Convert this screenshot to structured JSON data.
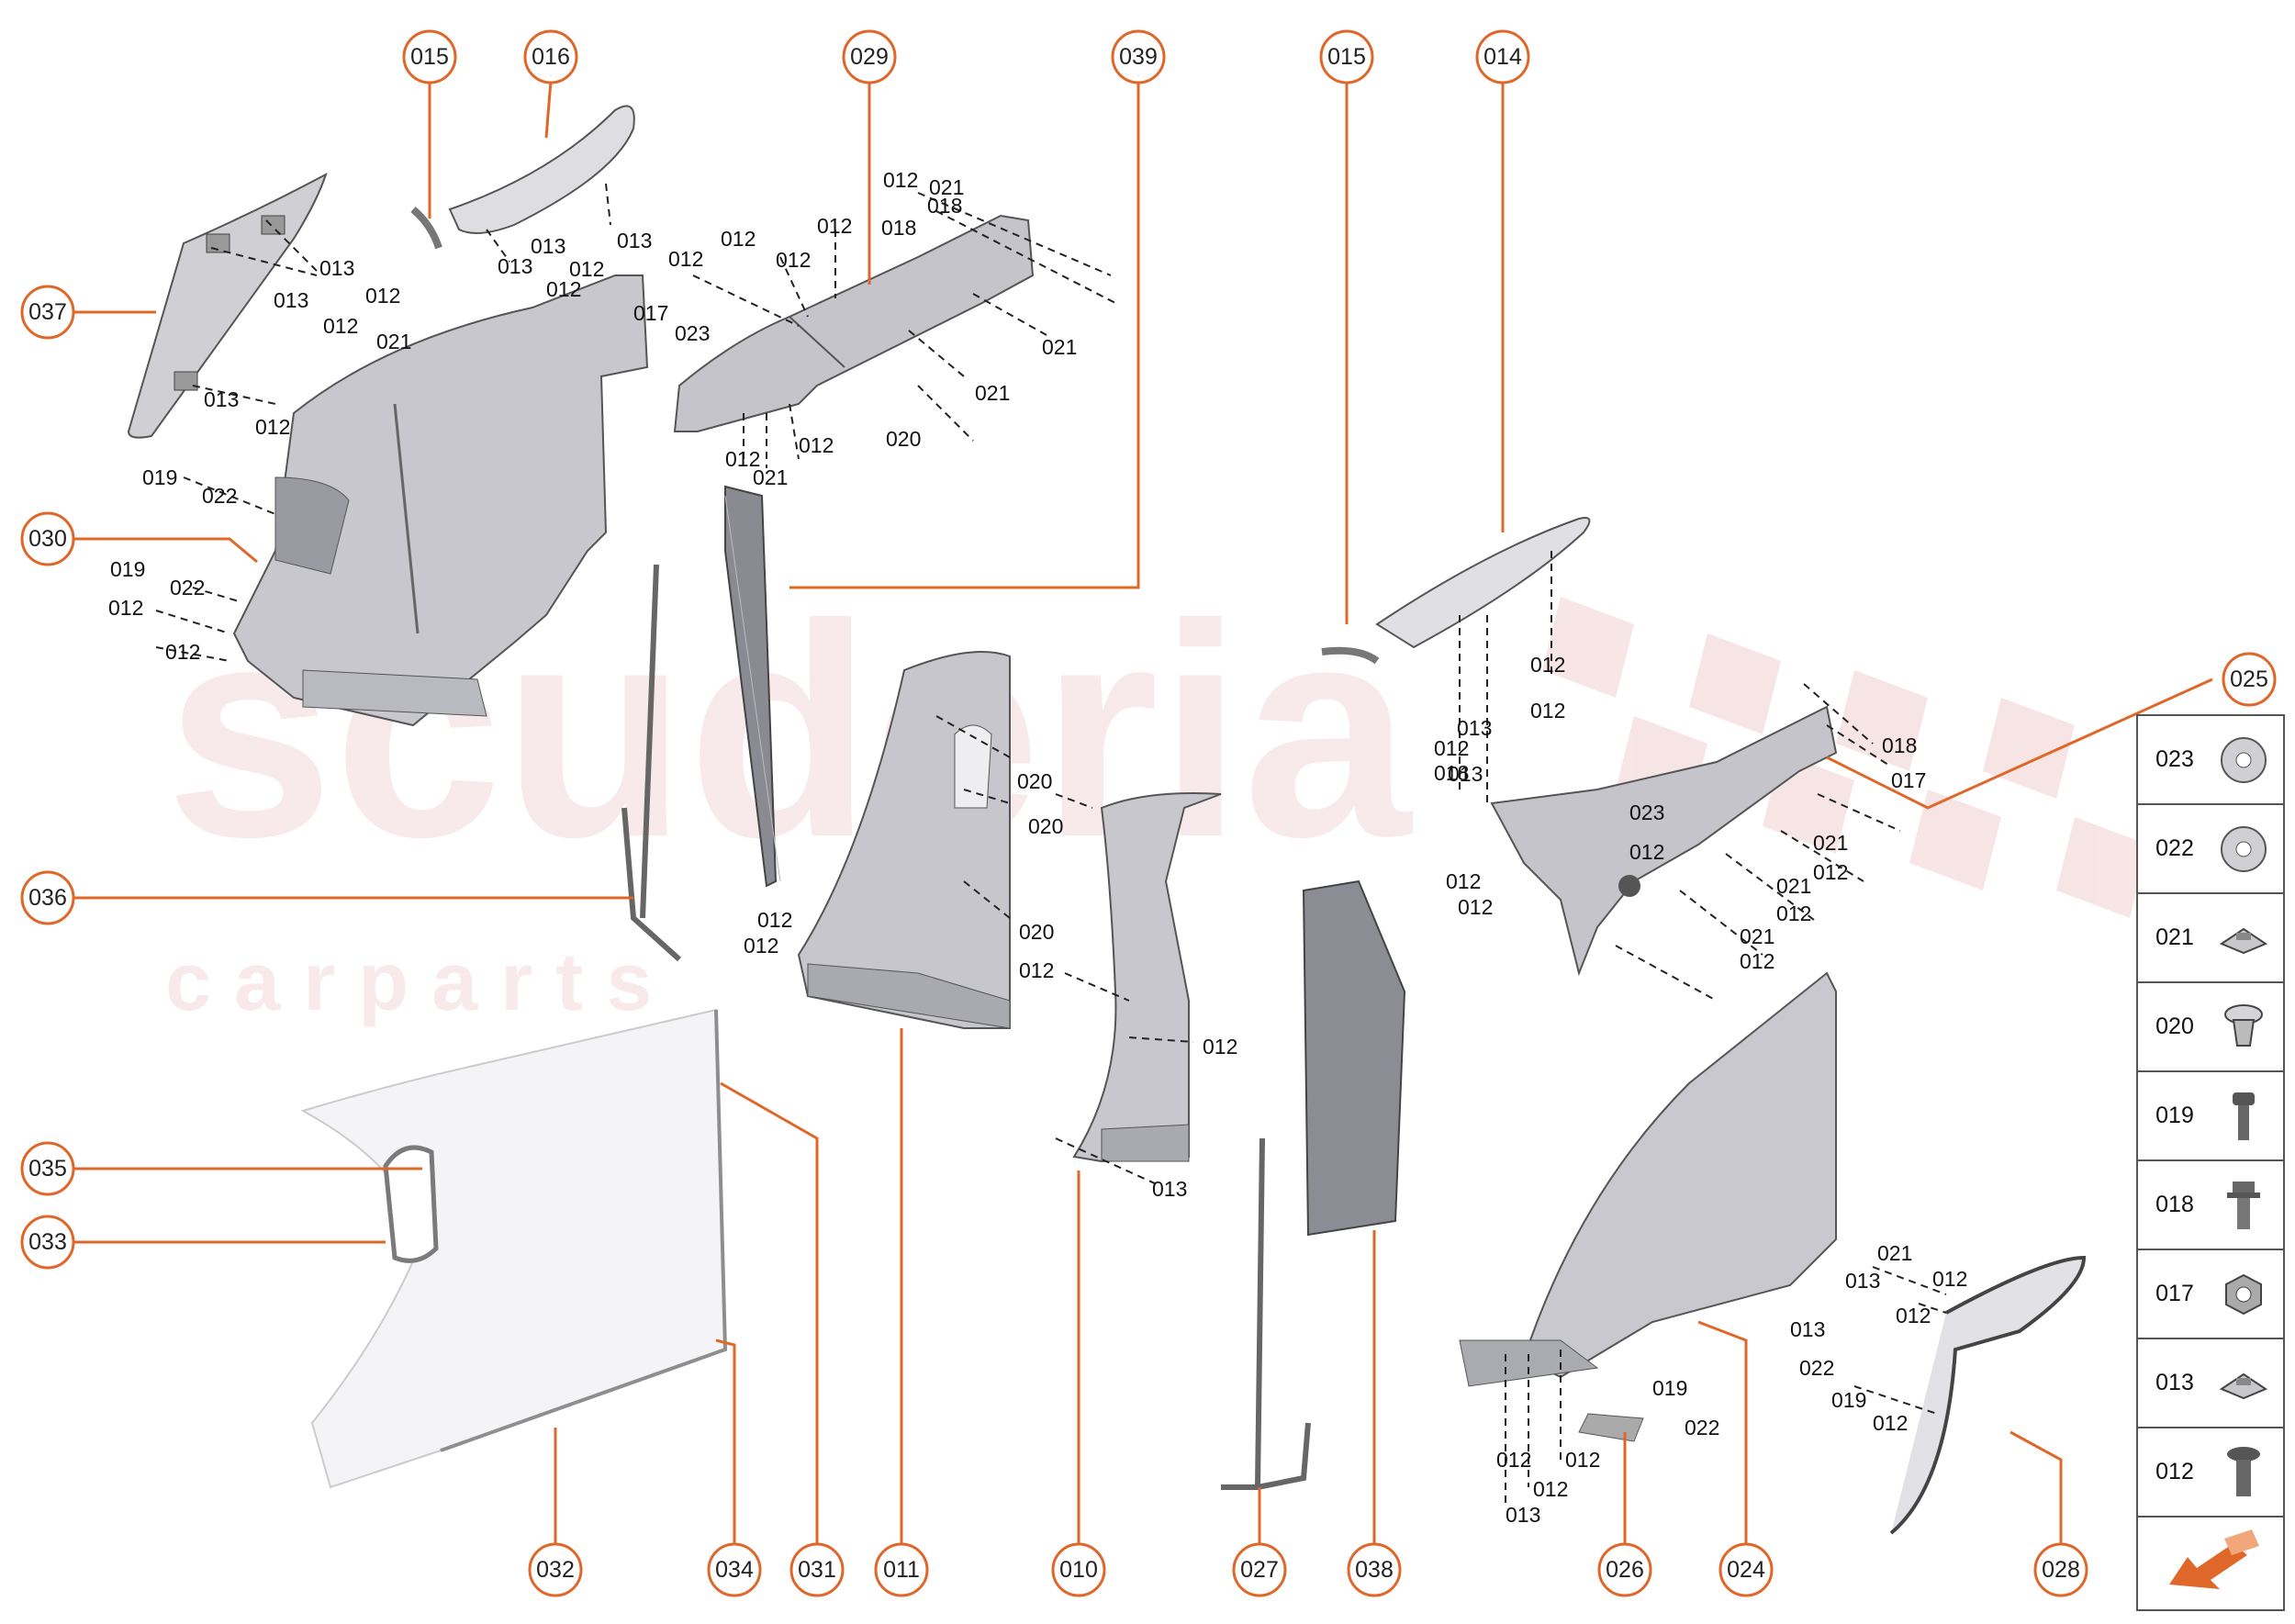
{
  "watermark": {
    "main": "scuderia",
    "sub": "c a r   p a r t s"
  },
  "callouts": {
    "c037": "037",
    "c015a": "015",
    "c016": "016",
    "c029": "029",
    "c039": "039",
    "c015b": "015",
    "c014": "014",
    "c025": "025",
    "c030": "030",
    "c036": "036",
    "c035": "035",
    "c033": "033",
    "c032": "032",
    "c034": "034",
    "c031": "031",
    "c011": "011",
    "c010": "010",
    "c027": "027",
    "c038": "038",
    "c026": "026",
    "c024": "024",
    "c028": "028"
  },
  "labels": [
    "013",
    "012",
    "013",
    "012",
    "013",
    "012",
    "021",
    "019",
    "022",
    "019",
    "022",
    "012",
    "012",
    "013",
    "013",
    "013",
    "012",
    "012",
    "012",
    "017",
    "023",
    "012",
    "012",
    "012",
    "012",
    "021",
    "012",
    "012",
    "021",
    "018",
    "018",
    "021",
    "021",
    "020",
    "020",
    "020",
    "020",
    "012",
    "012",
    "012",
    "012",
    "013",
    "013",
    "012",
    "013",
    "012",
    "012",
    "018",
    "018",
    "017",
    "023",
    "012",
    "012",
    "012",
    "021",
    "012",
    "021",
    "012",
    "021",
    "012",
    "021",
    "012",
    "013",
    "012",
    "013",
    "022",
    "019",
    "022",
    "019",
    "012",
    "013",
    "012",
    "012",
    "012",
    "012"
  ],
  "legend": {
    "items": [
      {
        "code": "023",
        "icon": "washer-icon"
      },
      {
        "code": "022",
        "icon": "washer-icon"
      },
      {
        "code": "021",
        "icon": "clip-icon"
      },
      {
        "code": "020",
        "icon": "push-rivet-icon"
      },
      {
        "code": "019",
        "icon": "screw-icon"
      },
      {
        "code": "018",
        "icon": "flange-bolt-icon"
      },
      {
        "code": "017",
        "icon": "nut-icon"
      },
      {
        "code": "013",
        "icon": "clip-icon"
      },
      {
        "code": "012",
        "icon": "bolt-icon"
      }
    ],
    "nav_icon": "arrow-back-icon"
  },
  "colors": {
    "accent": "#e0672a",
    "part_fill": "#c9c9cf",
    "part_stroke": "#555555",
    "watermark": "#f2d6d6"
  }
}
